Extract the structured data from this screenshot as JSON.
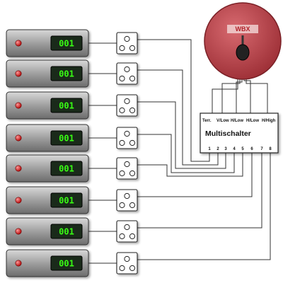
{
  "receivers": [
    {
      "display": "001"
    },
    {
      "display": "001"
    },
    {
      "display": "001"
    },
    {
      "display": "001"
    },
    {
      "display": "001"
    },
    {
      "display": "001"
    },
    {
      "display": "001"
    },
    {
      "display": "001"
    }
  ],
  "dish": {
    "logo_text": "WBX",
    "color": "#c0444b"
  },
  "switch": {
    "title": "Multischalter",
    "inputs": [
      "Terr.",
      "V/Low",
      "H/Low",
      "H/Low",
      "H/High"
    ],
    "outputs": [
      "1",
      "2",
      "3",
      "4",
      "5",
      "6",
      "7",
      "8"
    ]
  },
  "colors": {
    "receiver_body": "#8a8a8a",
    "led": "#e02020",
    "display_bg": "#1a2a1a",
    "display_text": "#39ff14",
    "wire": "#333333"
  },
  "icons": {
    "receiver_led": "power-led-icon",
    "wall_socket": "antenna-socket-icon",
    "lnb": "lnb-icon"
  }
}
